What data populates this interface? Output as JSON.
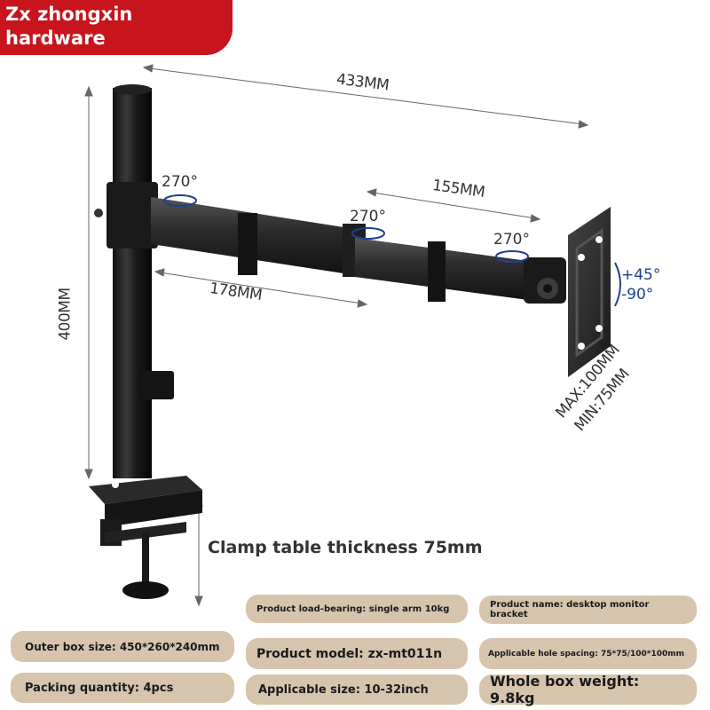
{
  "brand": {
    "name": "Zx zhongxin hardware",
    "color": "#c8141c"
  },
  "dimensions": {
    "total_reach": "433MM",
    "arm_segment_outer": "155MM",
    "arm_segment_inner": "178MM",
    "pole_height": "400MM",
    "vesa_max": "MAX:100MM",
    "vesa_min": "MIN:75MM"
  },
  "rotation_labels": [
    "270°",
    "270°",
    "270°"
  ],
  "tilt": {
    "up": "+45°",
    "down": "-90°"
  },
  "clamp_note": "Clamp table thickness 75mm",
  "specs": {
    "load_bearing": "Product load-bearing: single arm 10kg",
    "product_name": "Product name: desktop monitor bracket",
    "outer_box": "Outer box size: 450*260*240mm",
    "model": "Product model: zx-mt011n",
    "hole_spacing": "Applicable hole spacing: 75*75/100*100mm",
    "packing": "Packing quantity: 4pcs",
    "size": "Applicable size: 10-32inch",
    "weight": "Whole box weight: 9.8kg"
  },
  "colors": {
    "pill_bg": "#d6c4ad",
    "tilt_text": "#1f3f8f",
    "metal": "#2a2a2a"
  }
}
